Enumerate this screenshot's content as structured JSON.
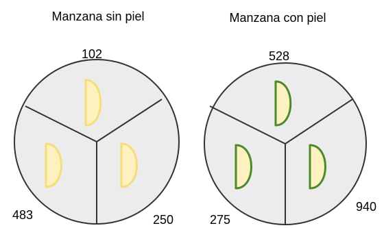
{
  "diagrams": [
    {
      "title": "Manzana sin piel",
      "counts": {
        "top": "102",
        "bottom_left": "483",
        "bottom_right": "250"
      },
      "icon_fill": "#fdf1bf",
      "icon_stroke": "#f6dc7a",
      "icon_name": "apple-slice-icon"
    },
    {
      "title": "Manzana con piel",
      "counts": {
        "top": "528",
        "bottom_left": "275",
        "bottom_right": "940"
      },
      "icon_fill": "#fdf1bf",
      "icon_stroke": "#4b8a2a",
      "icon_name": "apple-slice-icon"
    }
  ],
  "colors": {
    "circle_fill": "#ececec",
    "circle_stroke": "#333333"
  }
}
